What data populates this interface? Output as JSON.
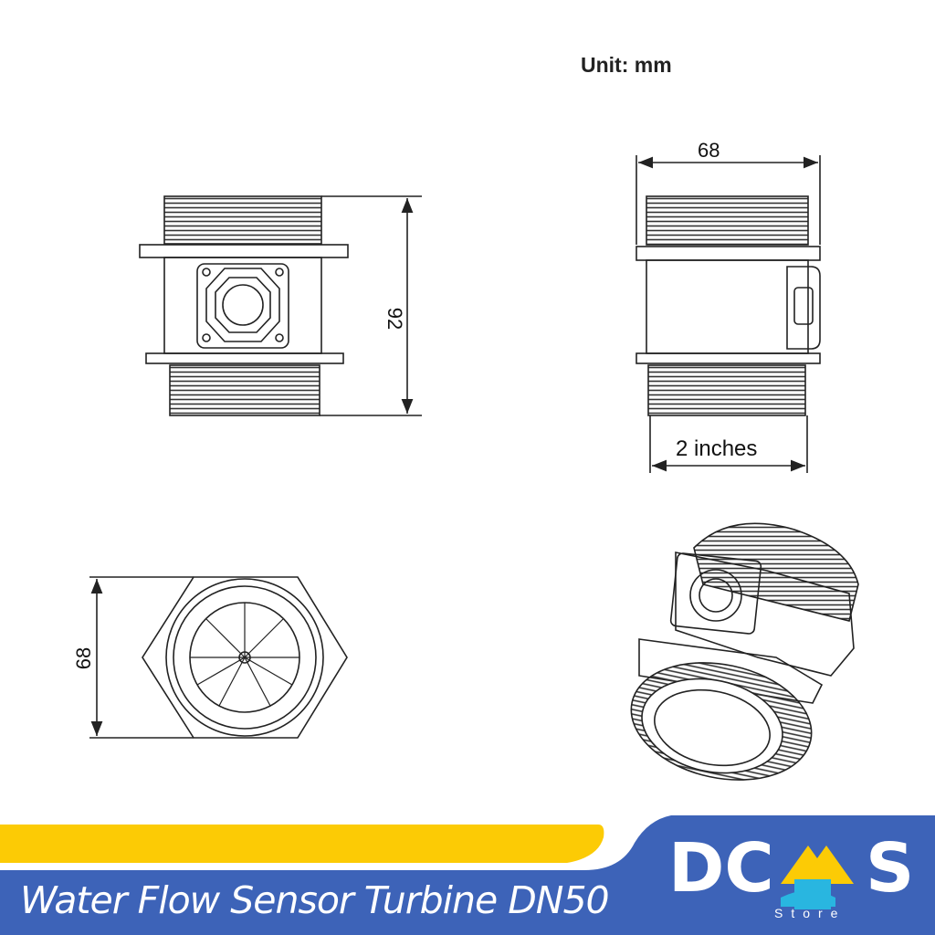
{
  "unit_label": "Unit: mm",
  "dimensions": {
    "front_height": "92",
    "side_width": "68",
    "side_thread": "2 inches",
    "bottom_width": "68"
  },
  "banner": {
    "title": "Water Flow Sensor Turbine DN50",
    "brand_main_left": "DC",
    "brand_main_right": "S",
    "brand_sub": "Store",
    "colors": {
      "blue": "#3d63b8",
      "yellow": "#fccb05"
    }
  }
}
